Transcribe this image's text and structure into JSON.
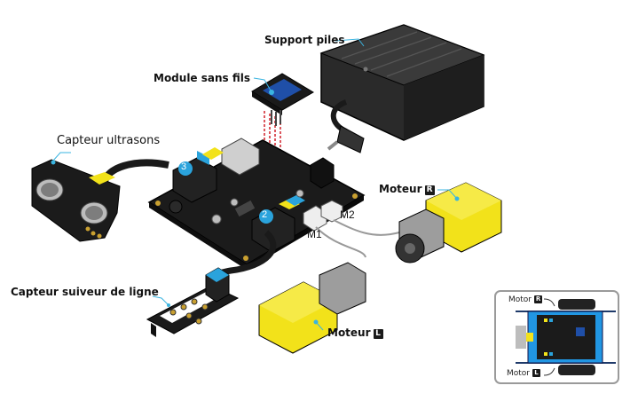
{
  "diagram": {
    "title": "",
    "labels": {
      "battery_holder": "Support piles",
      "wireless_module": "Module sans fils",
      "ultrasonic_sensor": "Capteur ultrasons",
      "line_follower": "Capteur suiveur de ligne",
      "motor_right": {
        "text": "Moteur",
        "badge": "R"
      },
      "motor_left": {
        "text": "Moteur",
        "badge": "L"
      }
    },
    "ports": {
      "m1": "M1",
      "m2": "M2",
      "port_2": "2",
      "port_3": "3"
    },
    "inset": {
      "motor_right": {
        "text": "Motor",
        "badge": "R"
      },
      "motor_left": {
        "text": "Motor",
        "badge": "L"
      }
    },
    "colors": {
      "pcb": "#1b1b1b",
      "motor_yellow": "#f2e21a",
      "port_badge_blue": "#2aa3dc",
      "wireless_blue": "#1f4fa8",
      "leader_cyan": "#3ab4e0",
      "inset_chassis_blue": "#2196e3",
      "signal_red": "#d0202a"
    }
  }
}
